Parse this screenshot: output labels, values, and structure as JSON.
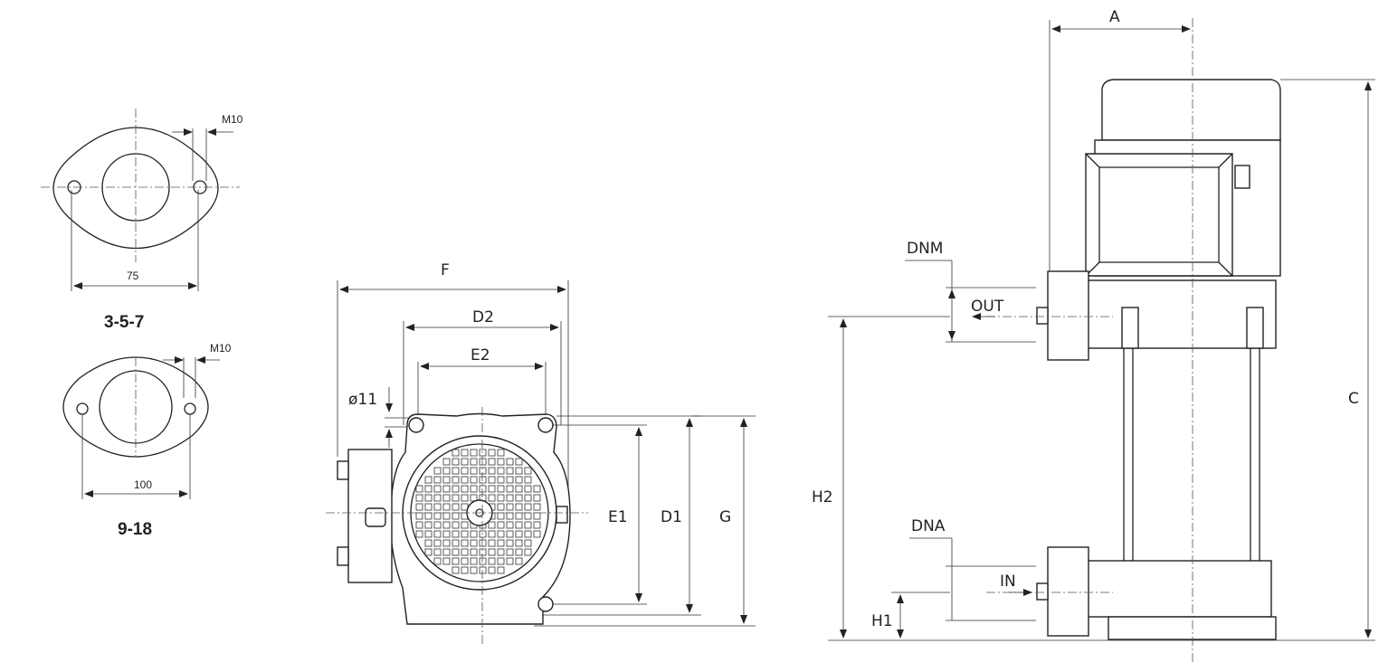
{
  "flange_small": {
    "thread_label": "M10",
    "spacing_label": "75",
    "models_label": "3-5-7"
  },
  "flange_large": {
    "thread_label": "M10",
    "spacing_label": "100",
    "models_label": "9-18"
  },
  "top_view": {
    "dim_F": "F",
    "dim_D2": "D2",
    "dim_E2": "E2",
    "dim_hole": "ø11",
    "dim_E1": "E1",
    "dim_D1": "D1",
    "dim_G": "G"
  },
  "side_view": {
    "dim_A": "A",
    "dim_DNM": "DNM",
    "outlet_label": "OUT",
    "dim_C": "C",
    "dim_H2": "H2",
    "dim_DNA": "DNA",
    "inlet_label": "IN",
    "dim_H1": "H1"
  }
}
